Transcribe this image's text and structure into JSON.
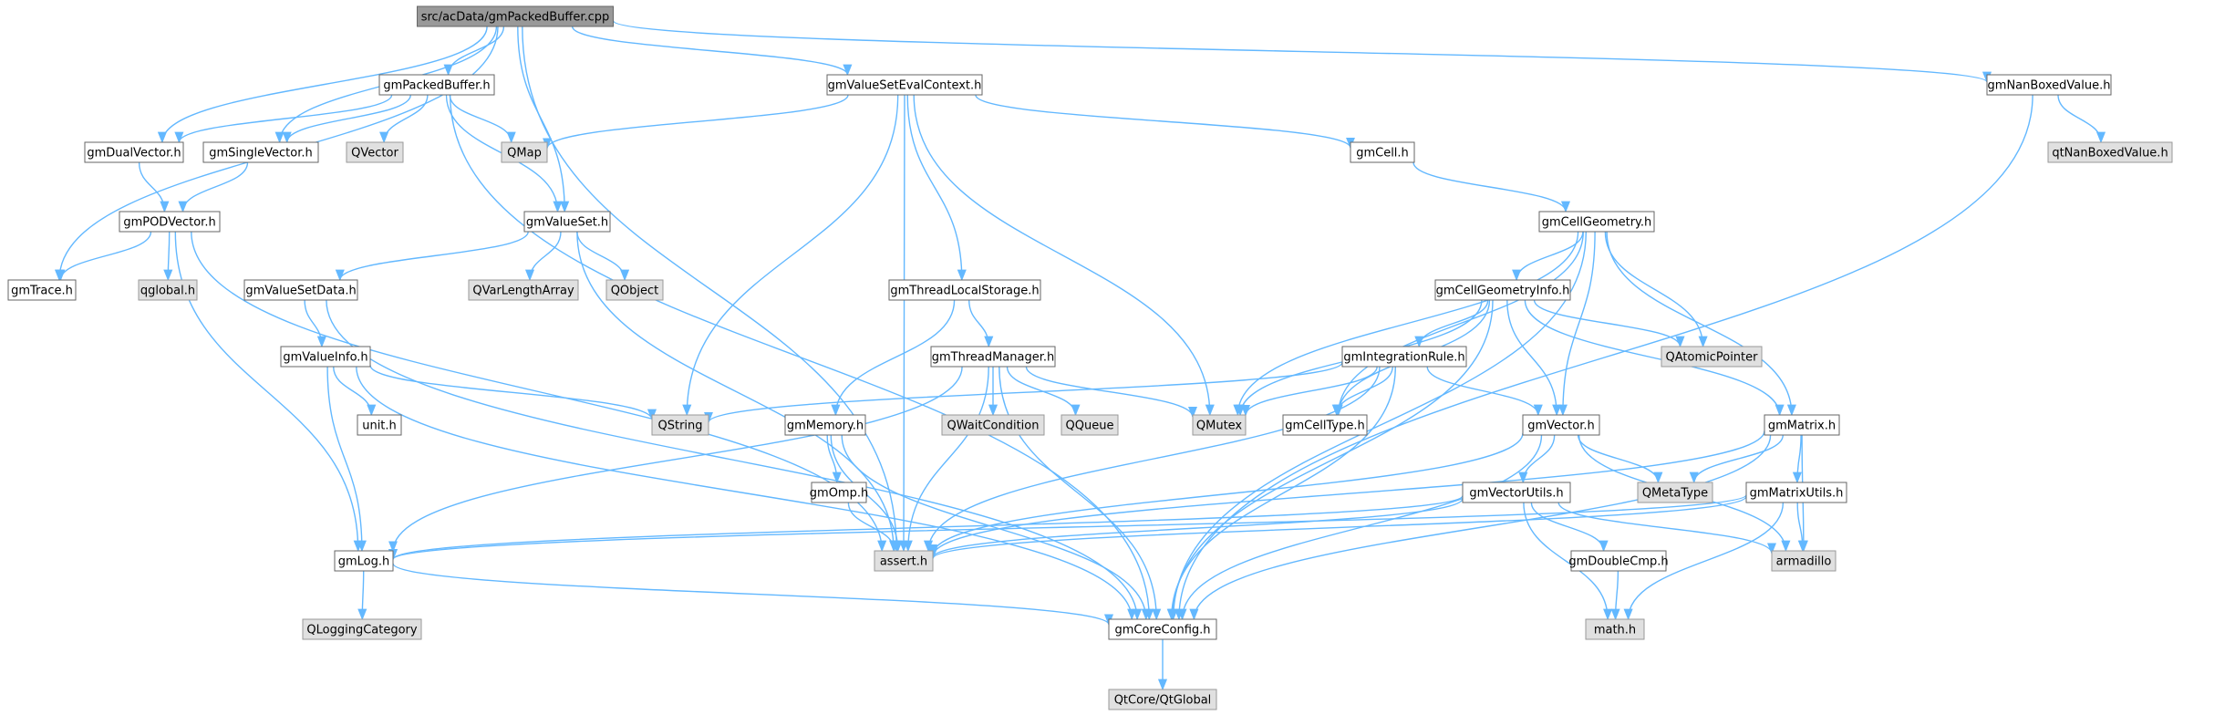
{
  "colors": {
    "edge": "#63b8ff",
    "root_fill": "#999999",
    "root_stroke": "#666666",
    "node_fill": "#ffffff",
    "node_stroke": "#666666",
    "external_fill": "#e0e0e0",
    "external_stroke": "#999999",
    "text": "#000000"
  },
  "nodes": [
    {
      "id": "root",
      "label": "src/acData/gmPackedBuffer.cpp",
      "kind": "root"
    },
    {
      "id": "gmPackedBuffer",
      "label": "gmPackedBuffer.h",
      "kind": "internal"
    },
    {
      "id": "gmValueSetEvalContext",
      "label": "gmValueSetEvalContext.h",
      "kind": "internal"
    },
    {
      "id": "gmNanBoxedValue",
      "label": "gmNanBoxedValue.h",
      "kind": "internal"
    },
    {
      "id": "gmDualVector",
      "label": "gmDualVector.h",
      "kind": "internal"
    },
    {
      "id": "gmSingleVector",
      "label": "gmSingleVector.h",
      "kind": "internal"
    },
    {
      "id": "QVector",
      "label": "QVector",
      "kind": "external"
    },
    {
      "id": "QMap",
      "label": "QMap",
      "kind": "external"
    },
    {
      "id": "gmCell",
      "label": "gmCell.h",
      "kind": "internal"
    },
    {
      "id": "qtNanBoxedValue",
      "label": "qtNanBoxedValue.h",
      "kind": "external"
    },
    {
      "id": "gmPODVector",
      "label": "gmPODVector.h",
      "kind": "internal"
    },
    {
      "id": "gmValueSet",
      "label": "gmValueSet.h",
      "kind": "internal"
    },
    {
      "id": "gmCellGeometry",
      "label": "gmCellGeometry.h",
      "kind": "internal"
    },
    {
      "id": "gmTrace",
      "label": "gmTrace.h",
      "kind": "internal"
    },
    {
      "id": "qglobal",
      "label": "qglobal.h",
      "kind": "external"
    },
    {
      "id": "gmValueSetData",
      "label": "gmValueSetData.h",
      "kind": "internal"
    },
    {
      "id": "QVarLengthArray",
      "label": "QVarLengthArray",
      "kind": "external"
    },
    {
      "id": "QObject",
      "label": "QObject",
      "kind": "external"
    },
    {
      "id": "gmThreadLocalStorage",
      "label": "gmThreadLocalStorage.h",
      "kind": "internal"
    },
    {
      "id": "gmCellGeometryInfo",
      "label": "gmCellGeometryInfo.h",
      "kind": "internal"
    },
    {
      "id": "gmValueInfo",
      "label": "gmValueInfo.h",
      "kind": "internal"
    },
    {
      "id": "gmThreadManager",
      "label": "gmThreadManager.h",
      "kind": "internal"
    },
    {
      "id": "gmIntegrationRule",
      "label": "gmIntegrationRule.h",
      "kind": "internal"
    },
    {
      "id": "QAtomicPointer",
      "label": "QAtomicPointer",
      "kind": "external"
    },
    {
      "id": "unit",
      "label": "unit.h",
      "kind": "internal"
    },
    {
      "id": "QString",
      "label": "QString",
      "kind": "external"
    },
    {
      "id": "gmMemory",
      "label": "gmMemory.h",
      "kind": "internal"
    },
    {
      "id": "QWaitCondition",
      "label": "QWaitCondition",
      "kind": "external"
    },
    {
      "id": "QQueue",
      "label": "QQueue",
      "kind": "external"
    },
    {
      "id": "QMutex",
      "label": "QMutex",
      "kind": "external"
    },
    {
      "id": "gmCellType",
      "label": "gmCellType.h",
      "kind": "internal"
    },
    {
      "id": "gmVector",
      "label": "gmVector.h",
      "kind": "internal"
    },
    {
      "id": "gmMatrix",
      "label": "gmMatrix.h",
      "kind": "internal"
    },
    {
      "id": "gmOmp",
      "label": "gmOmp.h",
      "kind": "internal"
    },
    {
      "id": "QMetaType",
      "label": "QMetaType",
      "kind": "external"
    },
    {
      "id": "gmVectorUtils",
      "label": "gmVectorUtils.h",
      "kind": "internal"
    },
    {
      "id": "gmMatrixUtils",
      "label": "gmMatrixUtils.h",
      "kind": "internal"
    },
    {
      "id": "gmLog",
      "label": "gmLog.h",
      "kind": "internal"
    },
    {
      "id": "assert",
      "label": "assert.h",
      "kind": "external"
    },
    {
      "id": "gmDoubleCmp",
      "label": "gmDoubleCmp.h",
      "kind": "internal"
    },
    {
      "id": "armadillo",
      "label": "armadillo",
      "kind": "external"
    },
    {
      "id": "QLoggingCategory",
      "label": "QLoggingCategory",
      "kind": "external"
    },
    {
      "id": "gmCoreConfig",
      "label": "gmCoreConfig.h",
      "kind": "internal"
    },
    {
      "id": "math",
      "label": "math.h",
      "kind": "external"
    },
    {
      "id": "QtGlobal",
      "label": "QtCore/QtGlobal",
      "kind": "external"
    }
  ],
  "edges": [
    [
      "root",
      "gmPackedBuffer"
    ],
    [
      "root",
      "gmValueSetEvalContext"
    ],
    [
      "root",
      "gmNanBoxedValue"
    ],
    [
      "root",
      "gmDualVector"
    ],
    [
      "root",
      "gmSingleVector"
    ],
    [
      "root",
      "gmValueSet"
    ],
    [
      "root",
      "gmTrace"
    ],
    [
      "root",
      "assert"
    ],
    [
      "gmPackedBuffer",
      "gmDualVector"
    ],
    [
      "gmPackedBuffer",
      "gmSingleVector"
    ],
    [
      "gmPackedBuffer",
      "QVector"
    ],
    [
      "gmPackedBuffer",
      "QMap"
    ],
    [
      "gmPackedBuffer",
      "gmValueSet"
    ],
    [
      "gmPackedBuffer",
      "gmCoreConfig"
    ],
    [
      "gmValueSetEvalContext",
      "QMap"
    ],
    [
      "gmValueSetEvalContext",
      "gmCell"
    ],
    [
      "gmValueSetEvalContext",
      "gmThreadLocalStorage"
    ],
    [
      "gmValueSetEvalContext",
      "QString"
    ],
    [
      "gmValueSetEvalContext",
      "QMutex"
    ],
    [
      "gmValueSetEvalContext",
      "assert"
    ],
    [
      "gmNanBoxedValue",
      "qtNanBoxedValue"
    ],
    [
      "gmNanBoxedValue",
      "gmCoreConfig"
    ],
    [
      "gmDualVector",
      "gmPODVector"
    ],
    [
      "gmSingleVector",
      "gmPODVector"
    ],
    [
      "gmPODVector",
      "gmTrace"
    ],
    [
      "gmPODVector",
      "qglobal"
    ],
    [
      "gmPODVector",
      "gmLog"
    ],
    [
      "gmPODVector",
      "assert"
    ],
    [
      "gmValueSet",
      "gmValueSetData"
    ],
    [
      "gmValueSet",
      "QVarLengthArray"
    ],
    [
      "gmValueSet",
      "QObject"
    ],
    [
      "gmValueSet",
      "assert"
    ],
    [
      "gmValueSetData",
      "gmValueInfo"
    ],
    [
      "gmValueSetData",
      "gmCoreConfig"
    ],
    [
      "gmValueInfo",
      "unit"
    ],
    [
      "gmValueInfo",
      "QString"
    ],
    [
      "gmValueInfo",
      "gmLog"
    ],
    [
      "gmValueInfo",
      "gmCoreConfig"
    ],
    [
      "gmCell",
      "gmCellGeometry"
    ],
    [
      "gmCellGeometry",
      "gmCellGeometryInfo"
    ],
    [
      "gmCellGeometry",
      "QAtomicPointer"
    ],
    [
      "gmCellGeometry",
      "QMutex"
    ],
    [
      "gmCellGeometry",
      "gmCellType"
    ],
    [
      "gmCellGeometry",
      "gmVector"
    ],
    [
      "gmCellGeometry",
      "gmMatrix"
    ],
    [
      "gmCellGeometry",
      "gmCoreConfig"
    ],
    [
      "gmCellGeometryInfo",
      "gmIntegrationRule"
    ],
    [
      "gmCellGeometryInfo",
      "QAtomicPointer"
    ],
    [
      "gmCellGeometryInfo",
      "QMutex"
    ],
    [
      "gmCellGeometryInfo",
      "gmCellType"
    ],
    [
      "gmCellGeometryInfo",
      "gmVector"
    ],
    [
      "gmCellGeometryInfo",
      "gmMatrix"
    ],
    [
      "gmCellGeometryInfo",
      "gmCoreConfig"
    ],
    [
      "gmThreadLocalStorage",
      "gmThreadManager"
    ],
    [
      "gmThreadLocalStorage",
      "gmMemory"
    ],
    [
      "gmThreadManager",
      "QWaitCondition"
    ],
    [
      "gmThreadManager",
      "QQueue"
    ],
    [
      "gmThreadManager",
      "QMutex"
    ],
    [
      "gmThreadManager",
      "gmLog"
    ],
    [
      "gmThreadManager",
      "assert"
    ],
    [
      "gmThreadManager",
      "gmCoreConfig"
    ],
    [
      "gmIntegrationRule",
      "QString"
    ],
    [
      "gmIntegrationRule",
      "QMutex"
    ],
    [
      "gmIntegrationRule",
      "gmCellType"
    ],
    [
      "gmIntegrationRule",
      "gmVector"
    ],
    [
      "gmIntegrationRule",
      "assert"
    ],
    [
      "gmIntegrationRule",
      "gmCoreConfig"
    ],
    [
      "gmMemory",
      "gmOmp"
    ],
    [
      "gmMemory",
      "assert"
    ],
    [
      "gmMemory",
      "gmCoreConfig"
    ],
    [
      "gmOmp",
      "assert"
    ],
    [
      "gmVector",
      "QMetaType"
    ],
    [
      "gmVector",
      "gmVectorUtils"
    ],
    [
      "gmVector",
      "assert"
    ],
    [
      "gmVector",
      "armadillo"
    ],
    [
      "gmVector",
      "gmCoreConfig"
    ],
    [
      "gmMatrix",
      "QMetaType"
    ],
    [
      "gmMatrix",
      "gmMatrixUtils"
    ],
    [
      "gmMatrix",
      "assert"
    ],
    [
      "gmMatrix",
      "armadillo"
    ],
    [
      "gmMatrix",
      "gmCoreConfig"
    ],
    [
      "gmVectorUtils",
      "gmLog"
    ],
    [
      "gmVectorUtils",
      "assert"
    ],
    [
      "gmVectorUtils",
      "gmDoubleCmp"
    ],
    [
      "gmVectorUtils",
      "armadillo"
    ],
    [
      "gmVectorUtils",
      "math"
    ],
    [
      "gmMatrixUtils",
      "gmLog"
    ],
    [
      "gmMatrixUtils",
      "assert"
    ],
    [
      "gmMatrixUtils",
      "armadillo"
    ],
    [
      "gmMatrixUtils",
      "math"
    ],
    [
      "gmDoubleCmp",
      "math"
    ],
    [
      "gmLog",
      "QLoggingCategory"
    ],
    [
      "gmLog",
      "gmCoreConfig"
    ],
    [
      "gmCoreConfig",
      "QtGlobal"
    ]
  ]
}
